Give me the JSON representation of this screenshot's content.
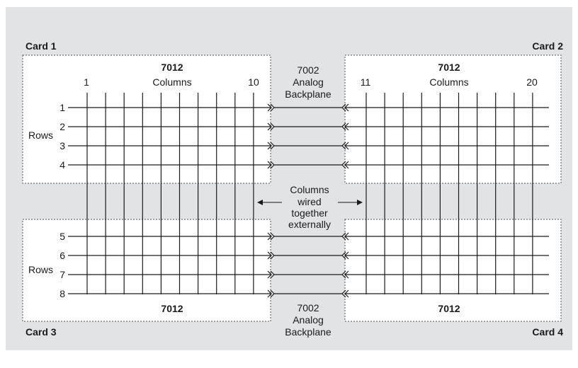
{
  "cards": [
    {
      "name": "Card 1",
      "model": "7012",
      "columns_label": "Columns",
      "col_start": "1",
      "col_end": "10",
      "rows_label": "Rows",
      "row_labels": [
        "1",
        "2",
        "3",
        "4"
      ]
    },
    {
      "name": "Card 2",
      "model": "7012",
      "columns_label": "Columns",
      "col_start": "11",
      "col_end": "20"
    },
    {
      "name": "Card 3",
      "model": "7012",
      "rows_label": "Rows",
      "row_labels": [
        "5",
        "6",
        "7",
        "8"
      ]
    },
    {
      "name": "Card 4",
      "model": "7012"
    }
  ],
  "backplane_top": {
    "line1": "7002",
    "line2": "Analog",
    "line3": "Backplane"
  },
  "backplane_bottom": {
    "line1": "7002",
    "line2": "Analog",
    "line3": "Backplane"
  },
  "columns_note": {
    "line1": "Columns",
    "line2": "wired",
    "line3": "together",
    "line4": "externally"
  },
  "colors": {
    "panel": "#e2e3e5",
    "card": "#ffffff",
    "line": "#1a1a1a",
    "border": "#555555"
  }
}
